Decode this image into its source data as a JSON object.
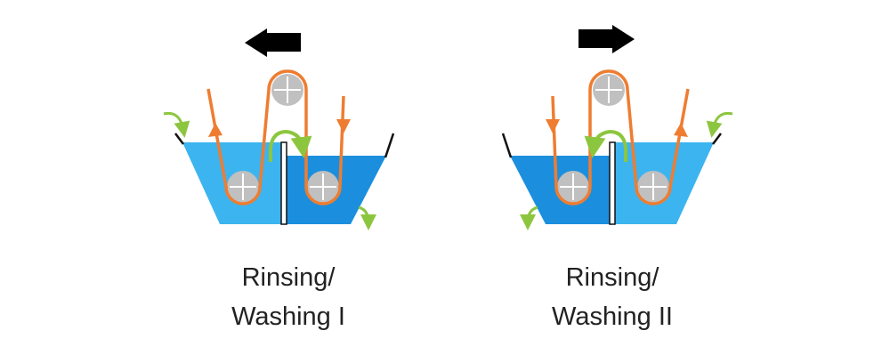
{
  "panels": [
    {
      "title_line1": "Rinsing/",
      "title_line2": "Washing I",
      "movement_direction": "left"
    },
    {
      "title_line1": "Rinsing/",
      "title_line2": "Washing II",
      "movement_direction": "right"
    }
  ],
  "colors": {
    "water_light": "#3cb4ef",
    "water_dark": "#1b8fde",
    "belt": "#ee7d31",
    "flow": "#8cc63f",
    "roller": "#c0c0c0",
    "arrow": "#000000"
  }
}
